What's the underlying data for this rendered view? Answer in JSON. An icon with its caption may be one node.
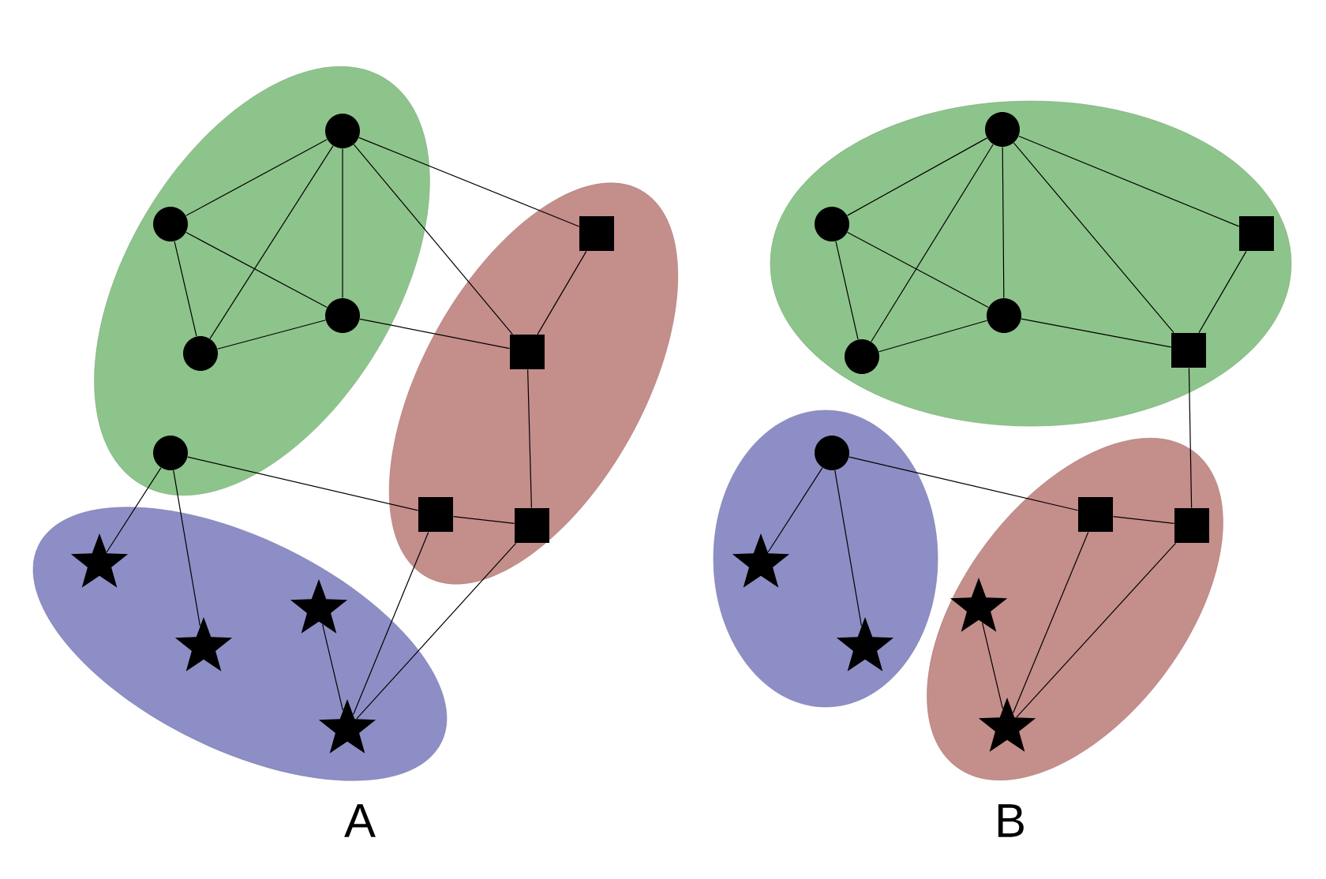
{
  "diagram": {
    "nodes": [
      {
        "text": [],
        "shape": "ellipse"
      },
      {
        "text": [],
        "shape": "circle",
        "in": 0
      },
      {
        "text": [],
        "shape": "circle",
        "in": 0
      },
      {
        "text": [],
        "shape": "circle",
        "in": 0
      },
      {
        "text": [],
        "shape": "circle",
        "in": 0
      },
      {
        "text": [],
        "shape": "circle",
        "in": 0
      },
      {
        "text": [],
        "shape": "ellipse"
      },
      {
        "text": [],
        "shape": "box",
        "in": 6
      },
      {
        "text": [],
        "shape": "box",
        "in": 6
      },
      {
        "text": [],
        "shape": "box",
        "in": 6
      },
      {
        "text": [],
        "shape": "box",
        "in": 6
      },
      {
        "text": [],
        "shape": "ellipse"
      },
      {
        "text": [],
        "shape": "star",
        "in": 11
      },
      {
        "text": [],
        "shape": "star",
        "in": 11
      },
      {
        "text": [],
        "shape": "star",
        "in": 11
      },
      {
        "text": [],
        "shape": "star",
        "in": 11
      },
      {
        "text": [],
        "shape": "ellipse"
      },
      {
        "text": [],
        "shape": "circle",
        "in": 16
      },
      {
        "text": [],
        "shape": "circle",
        "in": 16
      },
      {
        "text": [],
        "shape": "circle",
        "in": 16
      },
      {
        "text": [],
        "shape": "circle",
        "in": 16
      },
      {
        "text": [],
        "shape": "box",
        "in": 16
      },
      {
        "text": [],
        "shape": "box",
        "in": 16
      },
      {
        "text": [],
        "shape": "ellipse"
      },
      {
        "text": [],
        "shape": "circle",
        "in": 23
      },
      {
        "text": [],
        "shape": "star",
        "in": 23
      },
      {
        "text": [],
        "shape": "star",
        "in": 23
      },
      {
        "text": [],
        "shape": "ellipse"
      },
      {
        "text": [],
        "shape": "box",
        "in": 27
      },
      {
        "text": [],
        "shape": "box",
        "in": 27
      },
      {
        "text": [],
        "shape": "star",
        "in": 27
      },
      {
        "text": [],
        "shape": "star",
        "in": 27
      }
    ],
    "edges": [
      {
        "from": 1,
        "to": 2,
        "arrow": "none"
      },
      {
        "from": 1,
        "to": 4,
        "arrow": "none"
      },
      {
        "from": 1,
        "to": 3,
        "arrow": "none"
      },
      {
        "from": 1,
        "to": 7,
        "arrow": "none"
      },
      {
        "from": 1,
        "to": 8,
        "arrow": "none"
      },
      {
        "from": 2,
        "to": 3,
        "arrow": "none"
      },
      {
        "from": 2,
        "to": 4,
        "arrow": "none"
      },
      {
        "from": 4,
        "to": 3,
        "arrow": "none"
      },
      {
        "from": 3,
        "to": 8,
        "arrow": "none"
      },
      {
        "from": 7,
        "to": 8,
        "arrow": "none"
      },
      {
        "from": 8,
        "to": 10,
        "arrow": "none"
      },
      {
        "from": 5,
        "to": 9,
        "arrow": "none"
      },
      {
        "from": 9,
        "to": 10,
        "arrow": "none"
      },
      {
        "from": 5,
        "to": 12,
        "arrow": "none"
      },
      {
        "from": 5,
        "to": 13,
        "arrow": "none"
      },
      {
        "from": 14,
        "to": 15,
        "arrow": "none"
      },
      {
        "from": 9,
        "to": 15,
        "arrow": "none"
      },
      {
        "from": 10,
        "to": 15,
        "arrow": "none"
      },
      {
        "from": 17,
        "to": 18,
        "arrow": "none"
      },
      {
        "from": 17,
        "to": 20,
        "arrow": "none"
      },
      {
        "from": 17,
        "to": 19,
        "arrow": "none"
      },
      {
        "from": 17,
        "to": 21,
        "arrow": "none"
      },
      {
        "from": 17,
        "to": 22,
        "arrow": "none"
      },
      {
        "from": 18,
        "to": 19,
        "arrow": "none"
      },
      {
        "from": 18,
        "to": 20,
        "arrow": "none"
      },
      {
        "from": 20,
        "to": 19,
        "arrow": "none"
      },
      {
        "from": 19,
        "to": 22,
        "arrow": "none"
      },
      {
        "from": 21,
        "to": 22,
        "arrow": "none"
      },
      {
        "from": 22,
        "to": 29,
        "arrow": "none"
      },
      {
        "from": 24,
        "to": 28,
        "arrow": "none"
      },
      {
        "from": 28,
        "to": 29,
        "arrow": "none"
      },
      {
        "from": 24,
        "to": 25,
        "arrow": "none"
      },
      {
        "from": 24,
        "to": 26,
        "arrow": "none"
      },
      {
        "from": 30,
        "to": 31,
        "arrow": "none"
      },
      {
        "from": 28,
        "to": 31,
        "arrow": "none"
      },
      {
        "from": 29,
        "to": 31,
        "arrow": "none"
      }
    ],
    "labels": [
      "A",
      "B"
    ]
  }
}
